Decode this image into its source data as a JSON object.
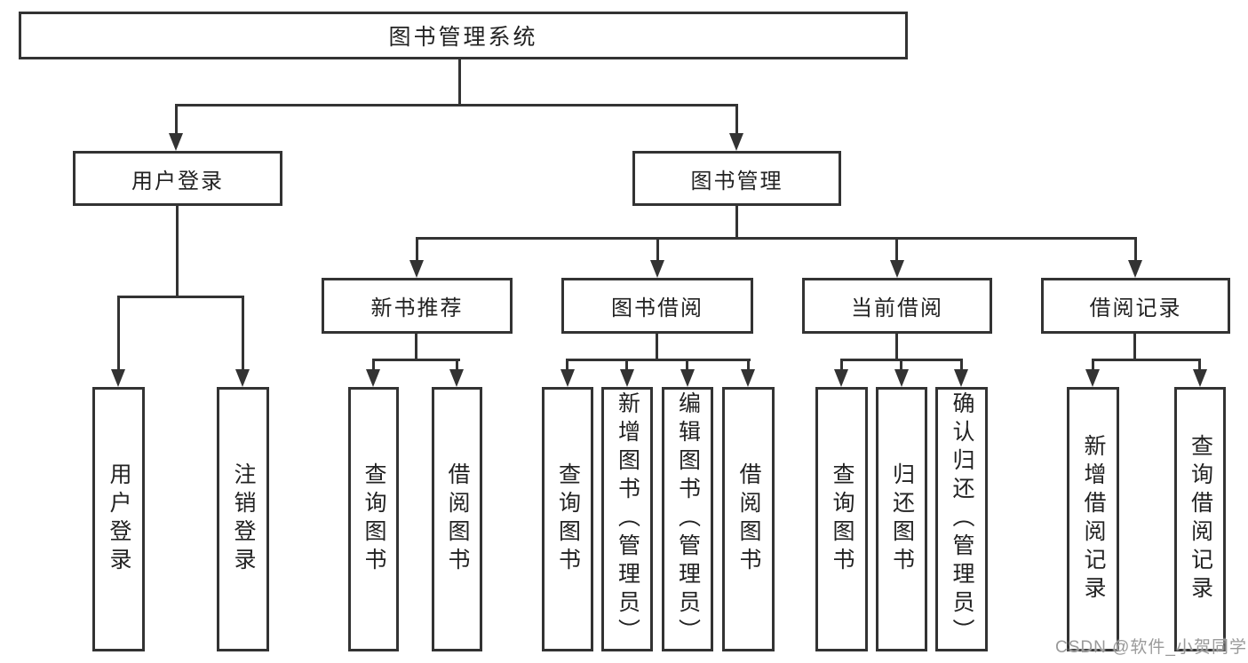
{
  "watermark": "CSDN @软件_小贺同学",
  "colors": {
    "line": "#333333",
    "text": "#222222",
    "background": "#ffffff",
    "watermark": "#9a9a9a"
  },
  "chart_type": "hierarchy-diagram",
  "tree": {
    "label": "图书管理系统",
    "children": [
      {
        "label": "用户登录",
        "children": [
          {
            "label": "用户登录"
          },
          {
            "label": "注销登录"
          }
        ]
      },
      {
        "label": "图书管理",
        "children": [
          {
            "label": "新书推荐",
            "children": [
              {
                "label": "查询图书"
              },
              {
                "label": "借阅图书"
              }
            ]
          },
          {
            "label": "图书借阅",
            "children": [
              {
                "label": "查询图书"
              },
              {
                "label": "新增图书（管理员）"
              },
              {
                "label": "编辑图书（管理员）"
              },
              {
                "label": "借阅图书"
              }
            ]
          },
          {
            "label": "当前借阅",
            "children": [
              {
                "label": "查询图书"
              },
              {
                "label": "归还图书"
              },
              {
                "label": "确认归还（管理员）"
              }
            ]
          },
          {
            "label": "借阅记录",
            "children": [
              {
                "label": "新增借阅记录"
              },
              {
                "label": "查询借阅记录"
              }
            ]
          }
        ]
      }
    ]
  }
}
